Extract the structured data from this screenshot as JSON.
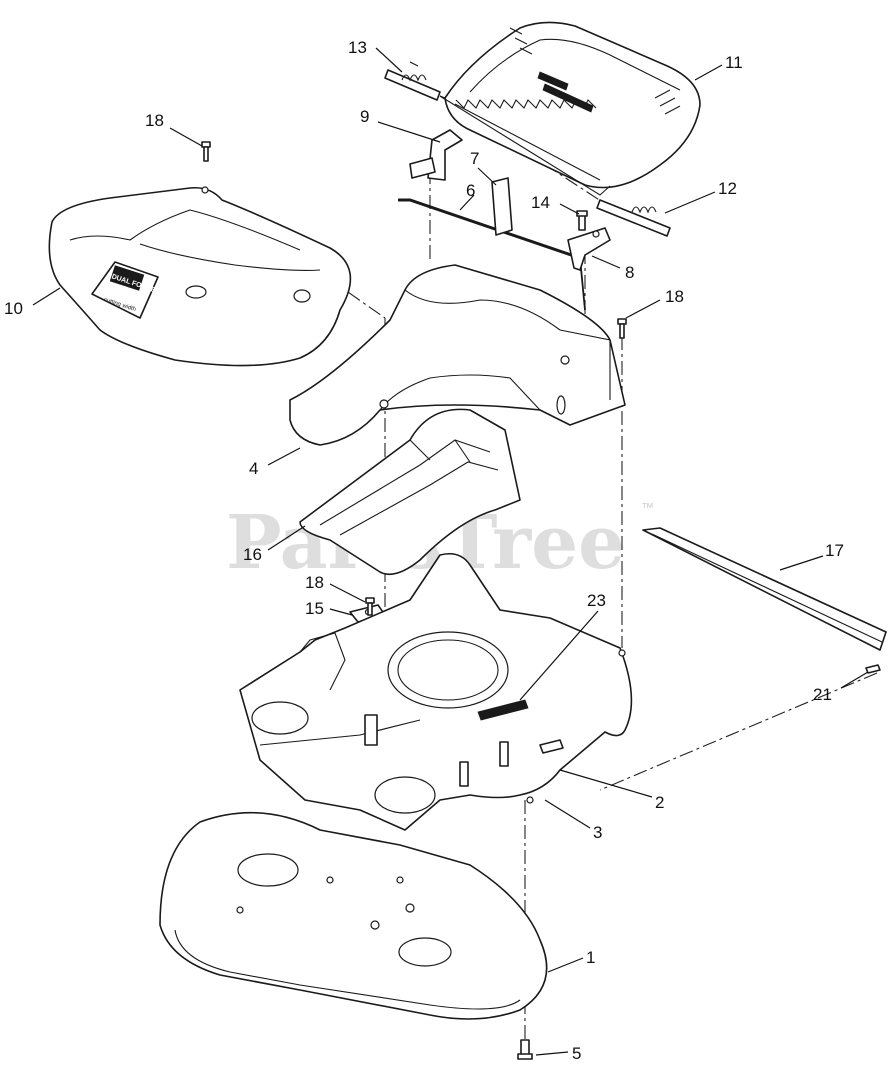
{
  "watermark": {
    "text": "PartsTree",
    "trademark": "™"
  },
  "decals": {
    "hood_brand_line1": "DUAL FORCE",
    "hood_brand_line2": "cutting width"
  },
  "callouts": [
    {
      "id": "c1",
      "label": "1"
    },
    {
      "id": "c2",
      "label": "2"
    },
    {
      "id": "c3",
      "label": "3"
    },
    {
      "id": "c4",
      "label": "4"
    },
    {
      "id": "c5",
      "label": "5"
    },
    {
      "id": "c6",
      "label": "6"
    },
    {
      "id": "c7",
      "label": "7"
    },
    {
      "id": "c8",
      "label": "8"
    },
    {
      "id": "c9",
      "label": "9"
    },
    {
      "id": "c10",
      "label": "10"
    },
    {
      "id": "c11",
      "label": "11"
    },
    {
      "id": "c12",
      "label": "12"
    },
    {
      "id": "c13",
      "label": "13"
    },
    {
      "id": "c14",
      "label": "14"
    },
    {
      "id": "c15",
      "label": "15"
    },
    {
      "id": "c16",
      "label": "16"
    },
    {
      "id": "c17",
      "label": "17"
    },
    {
      "id": "c18a",
      "label": "18"
    },
    {
      "id": "c18b",
      "label": "18"
    },
    {
      "id": "c18c",
      "label": "18"
    },
    {
      "id": "c21",
      "label": "21"
    },
    {
      "id": "c23",
      "label": "23"
    }
  ]
}
